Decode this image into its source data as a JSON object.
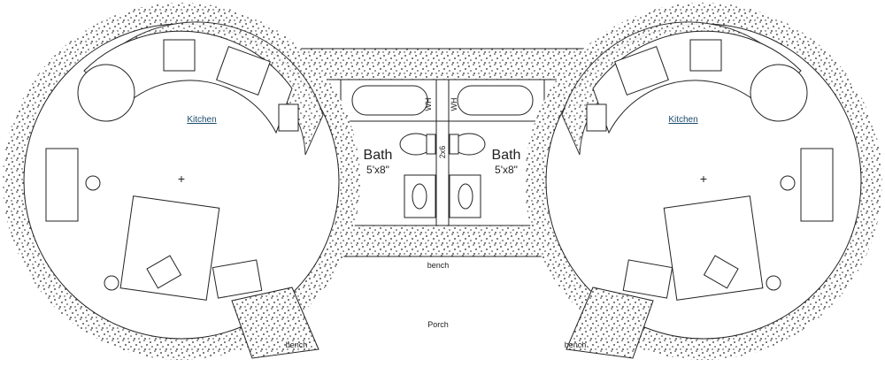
{
  "labels": {
    "kitchen_left": "Kitchen",
    "kitchen_right": "Kitchen",
    "bath_left": "Bath",
    "bath_left_size": "5'x8\"",
    "bath_right": "Bath",
    "bath_right_size": "5'x8\"",
    "wh_left": "WH",
    "wh_right": "WH",
    "partition": "2x6",
    "bench_center": "bench",
    "bench_left": "bench",
    "bench_right": "bench",
    "porch": "Porch",
    "center_mark_left": "+",
    "center_mark_right": "+"
  },
  "colors": {
    "line": "#222222",
    "room_label": "#1a4a6a"
  }
}
